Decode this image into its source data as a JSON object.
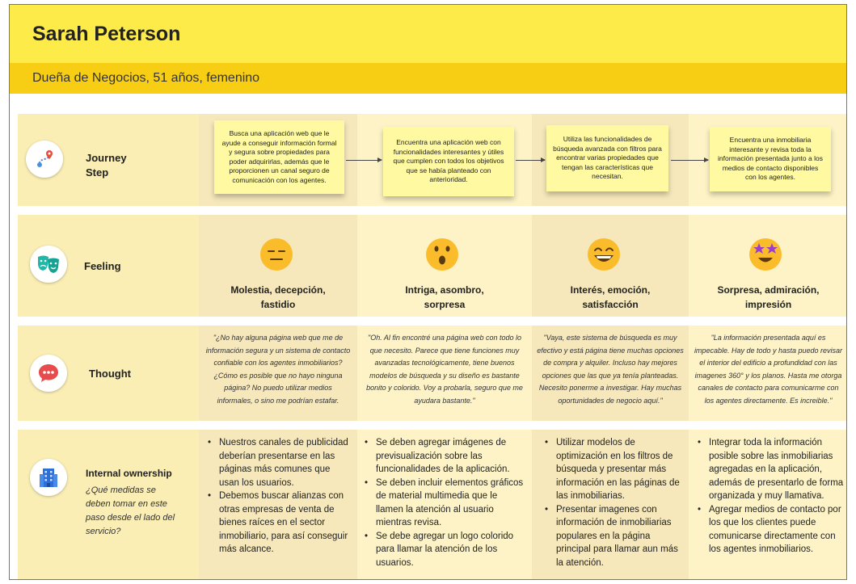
{
  "persona": {
    "name": "Sarah Peterson",
    "description": "Dueña de Negocios, 51 años, femenino"
  },
  "rows": {
    "journey": {
      "label_line1": "Journey",
      "label_line2": "Step",
      "icon": "route-icon"
    },
    "feeling": {
      "label": "Feeling",
      "icon": "theater-masks-icon"
    },
    "thought": {
      "label": "Thought",
      "icon": "speech-bubble-icon"
    },
    "ownership": {
      "label": "Internal ownership",
      "question": "¿Qué medidas se deben tomar en este paso desde el lado del servicio?",
      "icon": "building-icon"
    }
  },
  "steps": [
    {
      "journey": "Busca una aplicación web que le ayude a conseguir información formal y segura sobre propiedades para poder adquirirlas, además que le proporcionen un canal seguro de comunicación con los agentes.",
      "feeling_icon": "expressionless-face-icon",
      "feeling_line1": "Molestia, decepción,",
      "feeling_line2": "fastidio",
      "thought": "\"¿No hay alguna página web que me de información segura y un sistema de contacto confiable con los agentes inmobiliarios? ¿Cómo es posible que no hayo ninguna página? No puedo utilizar medios informales, o sino me podrían estafar.",
      "ownership": [
        "Nuestros canales de publicidad deberían presentarse en las páginas más comunes que usan los usuarios.",
        "Debemos buscar alianzas con otras empresas de venta de bienes raíces en el sector inmobiliario, para así conseguir más alcance."
      ]
    },
    {
      "journey": "Encuentra una aplicación web con funcionalidades interesantes y útiles que cumplen con todos los objetivos que se había planteado con anterioridad.",
      "feeling_icon": "astonished-face-icon",
      "feeling_line1": "Intriga, asombro,",
      "feeling_line2": "sorpresa",
      "thought": "\"Oh. Al fin encontré una página web con todo lo que necesito. Parece que tiene funciones muy avanzadas tecnológicamente, tiene buenos modelos de búsqueda y su diseño es bastante bonito y colorido. Voy a probarla, seguro que me ayudara bastante.\"",
      "ownership": [
        "Se deben agregar imágenes de previsualización sobre las funcionalidades de la aplicación.",
        "Se deben incluir elementos gráficos de material multimedia que le llamen la atención al usuario mientras revisa.",
        "Se debe agregar un logo colorido para llamar la atención de los usuarios."
      ]
    },
    {
      "journey": "Utiliza las funcionalidades de búsqueda avanzada con filtros para encontrar varias propiedades que tengan las características que necesitan.",
      "feeling_icon": "grinning-face-icon",
      "feeling_line1": "Interés, emoción,",
      "feeling_line2": "satisfacción",
      "thought": "\"Vaya, este sistema de búsqueda es muy efectivo y está página tiene muchas opciones de compra y alquiler. Incluso hay mejores opciones que las que ya tenía planteadas. Necesito ponerme a investigar. Hay muchas oportunidades de negocio aquí.\"",
      "ownership": [
        "Utilizar modelos de optimización en los filtros de búsqueda y presentar más información en las páginas de las inmobiliarias.",
        "Presentar imagenes con información de inmobiliarias populares en la página principal para llamar aun más la atención."
      ]
    },
    {
      "journey": "Encuentra una inmobiliaria interesante y revisa toda la información presentada junto a los medios de contacto disponibles con los agentes.",
      "feeling_icon": "star-struck-face-icon",
      "feeling_line1": "Sorpresa, admiración,",
      "feeling_line2": "impresión",
      "thought": "\"La información presentada aquí es impecable. Hay de todo y hasta puedo revisar el interior del edificio a profundidad con las imagenes 360° y los planos. Hasta me otorga canales de contacto para comunicarme con los agentes directamente. Es increible.\"",
      "ownership": [
        "Integrar toda la información posible sobre las inmobiliarias agregadas en la aplicación, además de presentarlo de forma organizada y muy llamativa.",
        "Agregar medios de contacto por los que los clientes puede comunicarse directamente con los agentes inmobiliarios."
      ]
    }
  ]
}
